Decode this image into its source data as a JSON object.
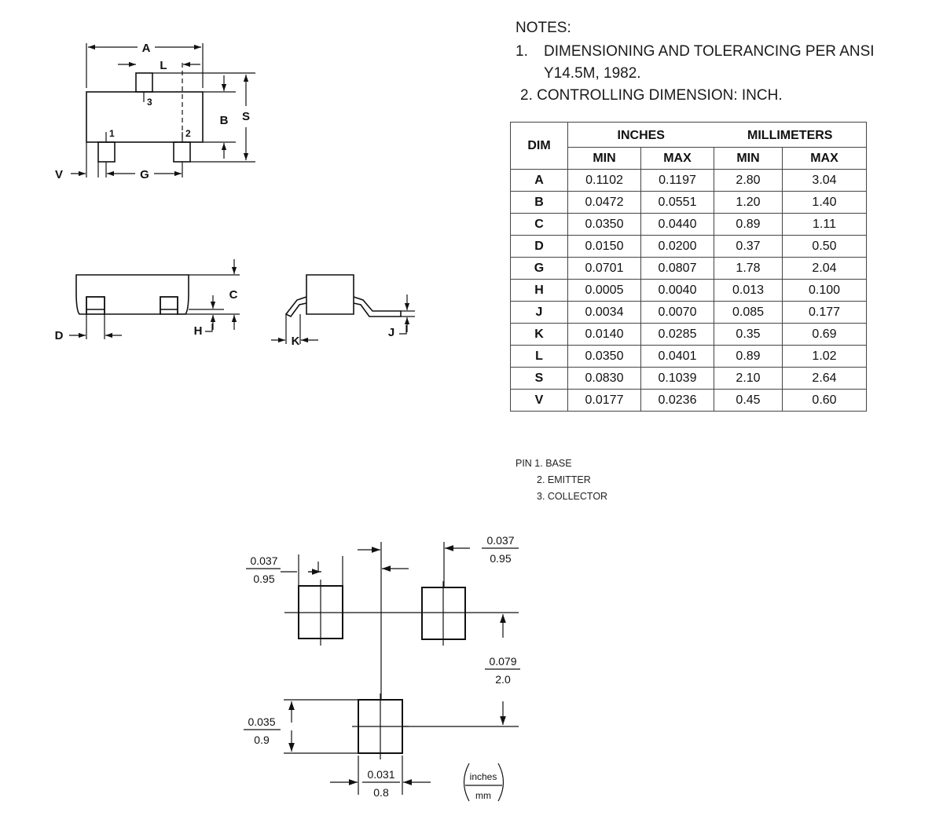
{
  "package_top": {
    "labels": {
      "A": "A",
      "L": "L",
      "B": "B",
      "S": "S",
      "V": "V",
      "G": "G"
    },
    "pins": {
      "p1": "1",
      "p2": "2",
      "p3": "3"
    }
  },
  "package_side": {
    "labels": {
      "D": "D",
      "H": "H",
      "C": "C",
      "K": "K",
      "J": "J"
    }
  },
  "notes": {
    "heading": "NOTES:",
    "n1_num": "1.",
    "n1_text": "DIMENSIONING AND TOLERANCING PER ANSI Y14.5M, 1982.",
    "n2_text": "2. CONTROLLING DIMENSION: INCH."
  },
  "table": {
    "dim_header": "DIM",
    "inches_header": "INCHES",
    "mm_header": "MILLIMETERS",
    "min_label": "MIN",
    "max_label": "MAX",
    "rows": [
      {
        "dim": "A",
        "in_min": "0.1102",
        "in_max": "0.1197",
        "mm_min": "2.80",
        "mm_max": "3.04"
      },
      {
        "dim": "B",
        "in_min": "0.0472",
        "in_max": "0.0551",
        "mm_min": "1.20",
        "mm_max": "1.40"
      },
      {
        "dim": "C",
        "in_min": "0.0350",
        "in_max": "0.0440",
        "mm_min": "0.89",
        "mm_max": "1.11"
      },
      {
        "dim": "D",
        "in_min": "0.0150",
        "in_max": "0.0200",
        "mm_min": "0.37",
        "mm_max": "0.50"
      },
      {
        "dim": "G",
        "in_min": "0.0701",
        "in_max": "0.0807",
        "mm_min": "1.78",
        "mm_max": "2.04"
      },
      {
        "dim": "H",
        "in_min": "0.0005",
        "in_max": "0.0040",
        "mm_min": "0.013",
        "mm_max": "0.100"
      },
      {
        "dim": "J",
        "in_min": "0.0034",
        "in_max": "0.0070",
        "mm_min": "0.085",
        "mm_max": "0.177"
      },
      {
        "dim": "K",
        "in_min": "0.0140",
        "in_max": "0.0285",
        "mm_min": "0.35",
        "mm_max": "0.69"
      },
      {
        "dim": "L",
        "in_min": "0.0350",
        "in_max": "0.0401",
        "mm_min": "0.89",
        "mm_max": "1.02"
      },
      {
        "dim": "S",
        "in_min": "0.0830",
        "in_max": "0.1039",
        "mm_min": "2.10",
        "mm_max": "2.64"
      },
      {
        "dim": "V",
        "in_min": "0.0177",
        "in_max": "0.0236",
        "mm_min": "0.45",
        "mm_max": "0.60"
      }
    ]
  },
  "pins": {
    "line1": "PIN 1. BASE",
    "line2": "2. EMITTER",
    "line3": "3. COLLECTOR"
  },
  "footprint": {
    "pad_left_w_in": "0.037",
    "pad_left_w_mm": "0.95",
    "pad_right_w_in": "0.037",
    "pad_right_w_mm": "0.95",
    "row_pitch_in": "0.079",
    "row_pitch_mm": "2.0",
    "pad_h_in": "0.035",
    "pad_h_mm": "0.9",
    "pad_w_in": "0.031",
    "pad_w_mm": "0.8",
    "legend_top": "inches",
    "legend_bottom": "mm"
  }
}
